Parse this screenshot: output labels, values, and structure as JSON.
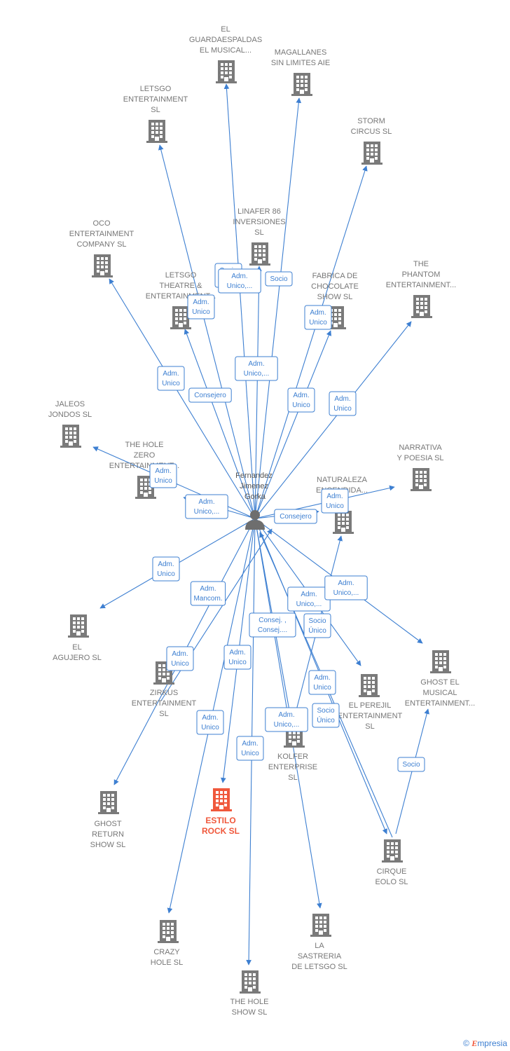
{
  "center": {
    "name_lines": [
      "Fernandez",
      "Jimenez",
      "Gorka"
    ]
  },
  "colors": {
    "edge": "#3d7fd1",
    "node": "#7a7a7a",
    "highlight": "#f0583c"
  },
  "nodes": [
    {
      "id": "el_guardaespaldas",
      "lines": [
        "EL",
        "GUARDAESPALDAS",
        "EL MUSICAL..."
      ]
    },
    {
      "id": "magallanes",
      "lines": [
        "MAGALLANES",
        "SIN LIMITES AIE"
      ]
    },
    {
      "id": "letsgo_ent",
      "lines": [
        "LETSGO",
        "ENTERTAINMENT",
        "SL"
      ]
    },
    {
      "id": "storm",
      "lines": [
        "STORM",
        "CIRCUS SL"
      ]
    },
    {
      "id": "linafer",
      "lines": [
        "LINAFER 86",
        "INVERSIONES",
        "SL"
      ]
    },
    {
      "id": "oco",
      "lines": [
        "OCO",
        "ENTERTAINMENT",
        "COMPANY  SL"
      ]
    },
    {
      "id": "letsgo_theatre",
      "lines": [
        "LETSGO",
        "THEATRE &",
        "ENTERTAINMENT..."
      ]
    },
    {
      "id": "fabrica",
      "lines": [
        "FABRICA DE",
        "CHOCOLATE",
        "SHOW  SL"
      ]
    },
    {
      "id": "phantom",
      "lines": [
        "THE",
        "PHANTOM",
        "ENTERTAINMENT..."
      ]
    },
    {
      "id": "jaleos",
      "lines": [
        "JALEOS",
        "JONDOS  SL"
      ]
    },
    {
      "id": "hole_zero",
      "lines": [
        "THE HOLE",
        "ZERO",
        "ENTERTAINMENT..."
      ]
    },
    {
      "id": "narrativa",
      "lines": [
        "NARRATIVA",
        "Y POESIA SL"
      ]
    },
    {
      "id": "naturaleza",
      "lines": [
        "NATURALEZA",
        "ENCENDIDA..."
      ]
    },
    {
      "id": "el_agujero",
      "lines": [
        "EL",
        "AGUJERO SL"
      ]
    },
    {
      "id": "zirkus",
      "lines": [
        "ZIRKUS",
        "ENTERTAINMENT",
        "SL"
      ]
    },
    {
      "id": "ghost_musical",
      "lines": [
        "GHOST EL",
        "MUSICAL",
        "ENTERTAINMENT..."
      ]
    },
    {
      "id": "el_perejil",
      "lines": [
        "EL PEREJIL",
        "ENTERTAINMENT",
        "SL"
      ]
    },
    {
      "id": "kolfer",
      "lines": [
        "KOLFER",
        "ENTERPRISE",
        "SL"
      ]
    },
    {
      "id": "ghost_return",
      "lines": [
        "GHOST",
        "RETURN",
        "SHOW  SL"
      ]
    },
    {
      "id": "estilo_rock",
      "lines": [
        "ESTILO",
        "ROCK  SL"
      ],
      "highlight": true
    },
    {
      "id": "cirque_eolo",
      "lines": [
        "CIRQUE",
        "EOLO SL"
      ]
    },
    {
      "id": "crazy_hole",
      "lines": [
        "CRAZY",
        "HOLE SL"
      ]
    },
    {
      "id": "la_sastreria",
      "lines": [
        "LA",
        "SASTRERIA",
        "DE LETSGO  SL"
      ]
    },
    {
      "id": "hole_show",
      "lines": [
        "THE HOLE",
        "SHOW SL"
      ]
    }
  ],
  "relations": [
    {
      "lines": [
        "Socio",
        "Único"
      ]
    },
    {
      "lines": [
        "Adm.",
        "Unico,..."
      ]
    },
    {
      "lines": [
        "Socio"
      ]
    },
    {
      "lines": [
        "Adm.",
        "Unico"
      ]
    },
    {
      "lines": [
        "Adm.",
        "Unico"
      ]
    },
    {
      "lines": [
        "Adm.",
        "Unico"
      ]
    },
    {
      "lines": [
        "Consejero"
      ]
    },
    {
      "lines": [
        "Adm.",
        "Unico,..."
      ]
    },
    {
      "lines": [
        "Adm.",
        "Unico"
      ]
    },
    {
      "lines": [
        "Adm.",
        "Unico"
      ]
    },
    {
      "lines": [
        "Adm.",
        "Unico"
      ]
    },
    {
      "lines": [
        "Adm.",
        "Unico,..."
      ]
    },
    {
      "lines": [
        "Adm.",
        "Unico"
      ]
    },
    {
      "lines": [
        "Consejero"
      ]
    },
    {
      "lines": [
        "Adm.",
        "Unico"
      ]
    },
    {
      "lines": [
        "Adm.",
        "Mancom."
      ]
    },
    {
      "lines": [
        "Adm.",
        "Unico,..."
      ]
    },
    {
      "lines": [
        "Adm.",
        "Unico,..."
      ]
    },
    {
      "lines": [
        "Consej. ,",
        "Consej...."
      ]
    },
    {
      "lines": [
        "Socio",
        "Único"
      ]
    },
    {
      "lines": [
        "Adm.",
        "Unico"
      ]
    },
    {
      "lines": [
        "Adm.",
        "Unico"
      ]
    },
    {
      "lines": [
        "Adm.",
        "Unico"
      ]
    },
    {
      "lines": [
        "Adm.",
        "Unico"
      ]
    },
    {
      "lines": [
        "Socio",
        "Único"
      ]
    },
    {
      "lines": [
        "Adm.",
        "Unico,..."
      ]
    },
    {
      "lines": [
        "Adm.",
        "Unico"
      ]
    },
    {
      "lines": [
        "Socio"
      ]
    }
  ],
  "footer": {
    "copyright": "©",
    "brand_first": "E",
    "brand_rest": "mpresia"
  }
}
